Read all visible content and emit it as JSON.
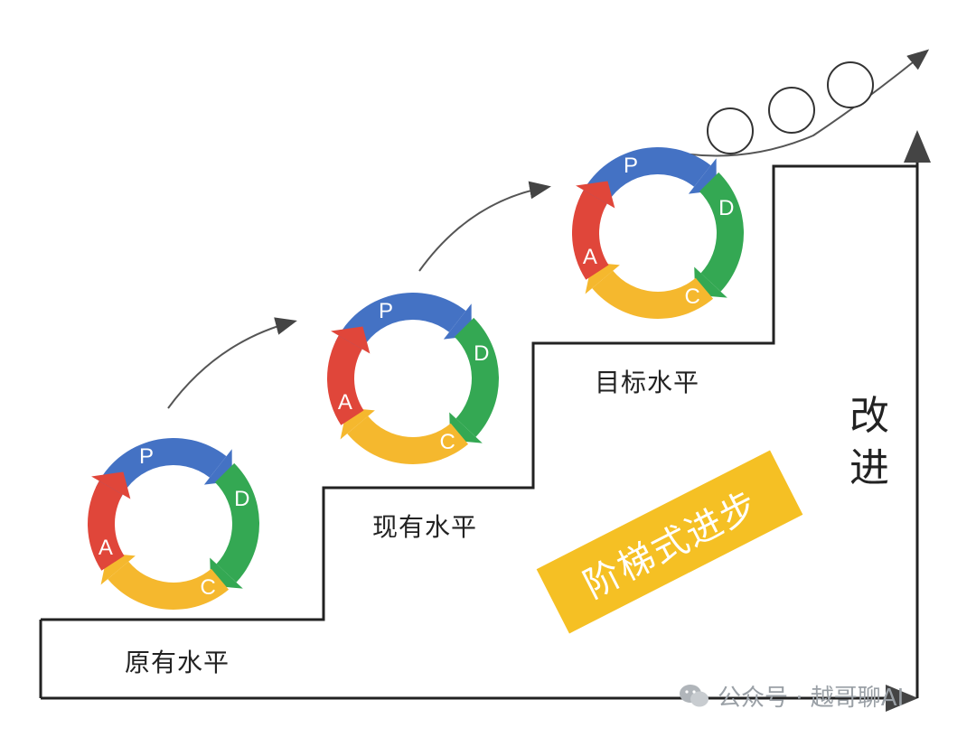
{
  "levels": [
    {
      "label": "原有水平"
    },
    {
      "label": "现有水平"
    },
    {
      "label": "目标水平"
    }
  ],
  "cycle": {
    "letters": [
      "P",
      "D",
      "C",
      "A"
    ],
    "colors": [
      "#4472c4",
      "#34a853",
      "#f5b82e",
      "#e0463a"
    ]
  },
  "axis_label": [
    "改",
    "进"
  ],
  "banner": "阶梯式进步",
  "watermark": "公众号 · 越哥聊AI"
}
